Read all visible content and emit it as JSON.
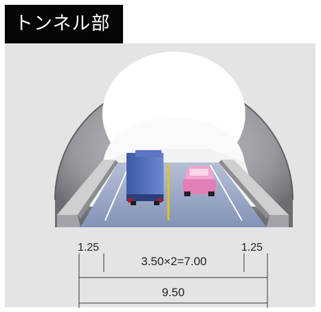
{
  "header": {
    "title": "トンネル部"
  },
  "dimensions": {
    "left_shoulder": "1.25",
    "right_shoulder": "1.25",
    "lanes": "3.50×2=7.00",
    "total": "9.50"
  },
  "colors": {
    "title_bg": "#050505",
    "panel_bg": "#e4e4e5",
    "lining": "#8f8f93",
    "road": "#9aa7c4",
    "center_line": "#e6c21a",
    "truck": "#4a67b8",
    "car": "#e27fb7"
  }
}
